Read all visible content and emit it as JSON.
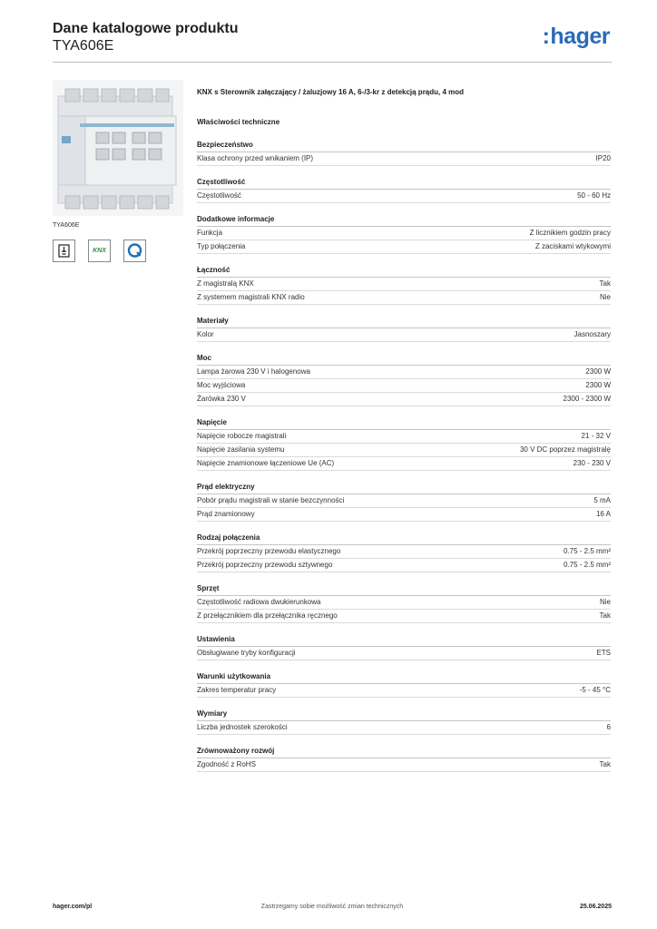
{
  "header": {
    "title": "Dane katalogowe produktu",
    "product_code": "TYA606E",
    "brand": "hager",
    "brand_color": "#2a6ab8"
  },
  "product": {
    "image_caption": "TYA606E",
    "name": "KNX s Sterownik załączający / żaluzjowy 16 A, 6-/3-kr z detekcją prądu, 4 mod",
    "certifications": [
      {
        "icon": "electrical-safety-symbol-icon"
      },
      {
        "icon": "knx-logo-icon",
        "text": "KNX"
      },
      {
        "icon": "quality-mark-icon"
      }
    ]
  },
  "tech_heading": "Właściwości techniczne",
  "sections": [
    {
      "title": "Bezpieczeństwo",
      "rows": [
        {
          "label": "Klasa ochrony przed wnikaniem (IP)",
          "value": "IP20"
        }
      ]
    },
    {
      "title": "Częstotliwość",
      "rows": [
        {
          "label": "Częstotliwość",
          "value": "50 - 60 Hz"
        }
      ]
    },
    {
      "title": "Dodatkowe informacje",
      "rows": [
        {
          "label": "Funkcja",
          "value": "Z licznikiem godzin pracy"
        },
        {
          "label": "Typ połączenia",
          "value": "Z zaciskami wtykowymi"
        }
      ]
    },
    {
      "title": "Łączność",
      "rows": [
        {
          "label": "Z magistralą KNX",
          "value": "Tak"
        },
        {
          "label": "Z systemem magistrali KNX radio",
          "value": "Nie"
        }
      ]
    },
    {
      "title": "Materiały",
      "rows": [
        {
          "label": "Kolor",
          "value": "Jasnoszary"
        }
      ]
    },
    {
      "title": "Moc",
      "rows": [
        {
          "label": "Lampa żarowa 230 V i halogenowa",
          "value": "2300 W"
        },
        {
          "label": "Moc wyjściowa",
          "value": "2300 W"
        },
        {
          "label": "Żarówka 230 V",
          "value": "2300 - 2300 W"
        }
      ]
    },
    {
      "title": "Napięcie",
      "rows": [
        {
          "label": "Napięcie robocze magistrali",
          "value": "21 - 32 V"
        },
        {
          "label": "Napięcie zasilania systemu",
          "value": "30 V DC poprzez magistralę"
        },
        {
          "label": "Napięcie znamionowe łączeniowe Ue (AC)",
          "value": "230 - 230 V"
        }
      ]
    },
    {
      "title": "Prąd elektryczny",
      "rows": [
        {
          "label": "Pobór prądu magistrali w stanie bezczynności",
          "value": "5 mA"
        },
        {
          "label": "Prąd znamionowy",
          "value": "16 A"
        }
      ]
    },
    {
      "title": "Rodzaj połączenia",
      "rows": [
        {
          "label": "Przekrój poprzeczny przewodu elastycznego",
          "value": "0.75 - 2.5 mm²"
        },
        {
          "label": "Przekrój poprzeczny przewodu sztywnego",
          "value": "0.75 - 2.5 mm²"
        }
      ]
    },
    {
      "title": "Sprzęt",
      "rows": [
        {
          "label": "Częstotliwość radiowa dwukierunkowa",
          "value": "Nie"
        },
        {
          "label": "Z przełącznikiem dla przełącznika ręcznego",
          "value": "Tak"
        }
      ]
    },
    {
      "title": "Ustawienia",
      "rows": [
        {
          "label": "Obsługiwane tryby konfiguracji",
          "value": "ETS"
        }
      ]
    },
    {
      "title": "Warunki użytkowania",
      "rows": [
        {
          "label": "Zakres temperatur pracy",
          "value": "-5 - 45 °C"
        }
      ]
    },
    {
      "title": "Wymiary",
      "rows": [
        {
          "label": "Liczba jednostek szerokości",
          "value": "6"
        }
      ]
    },
    {
      "title": "Zrównoważony rozwój",
      "rows": [
        {
          "label": "Zgodność z RoHS",
          "value": "Tak"
        }
      ]
    }
  ],
  "footer": {
    "website": "hager.com/pl",
    "notice": "Zastrzegamy sobie możliwość zmian technicznych",
    "date": "25.06.2025"
  }
}
